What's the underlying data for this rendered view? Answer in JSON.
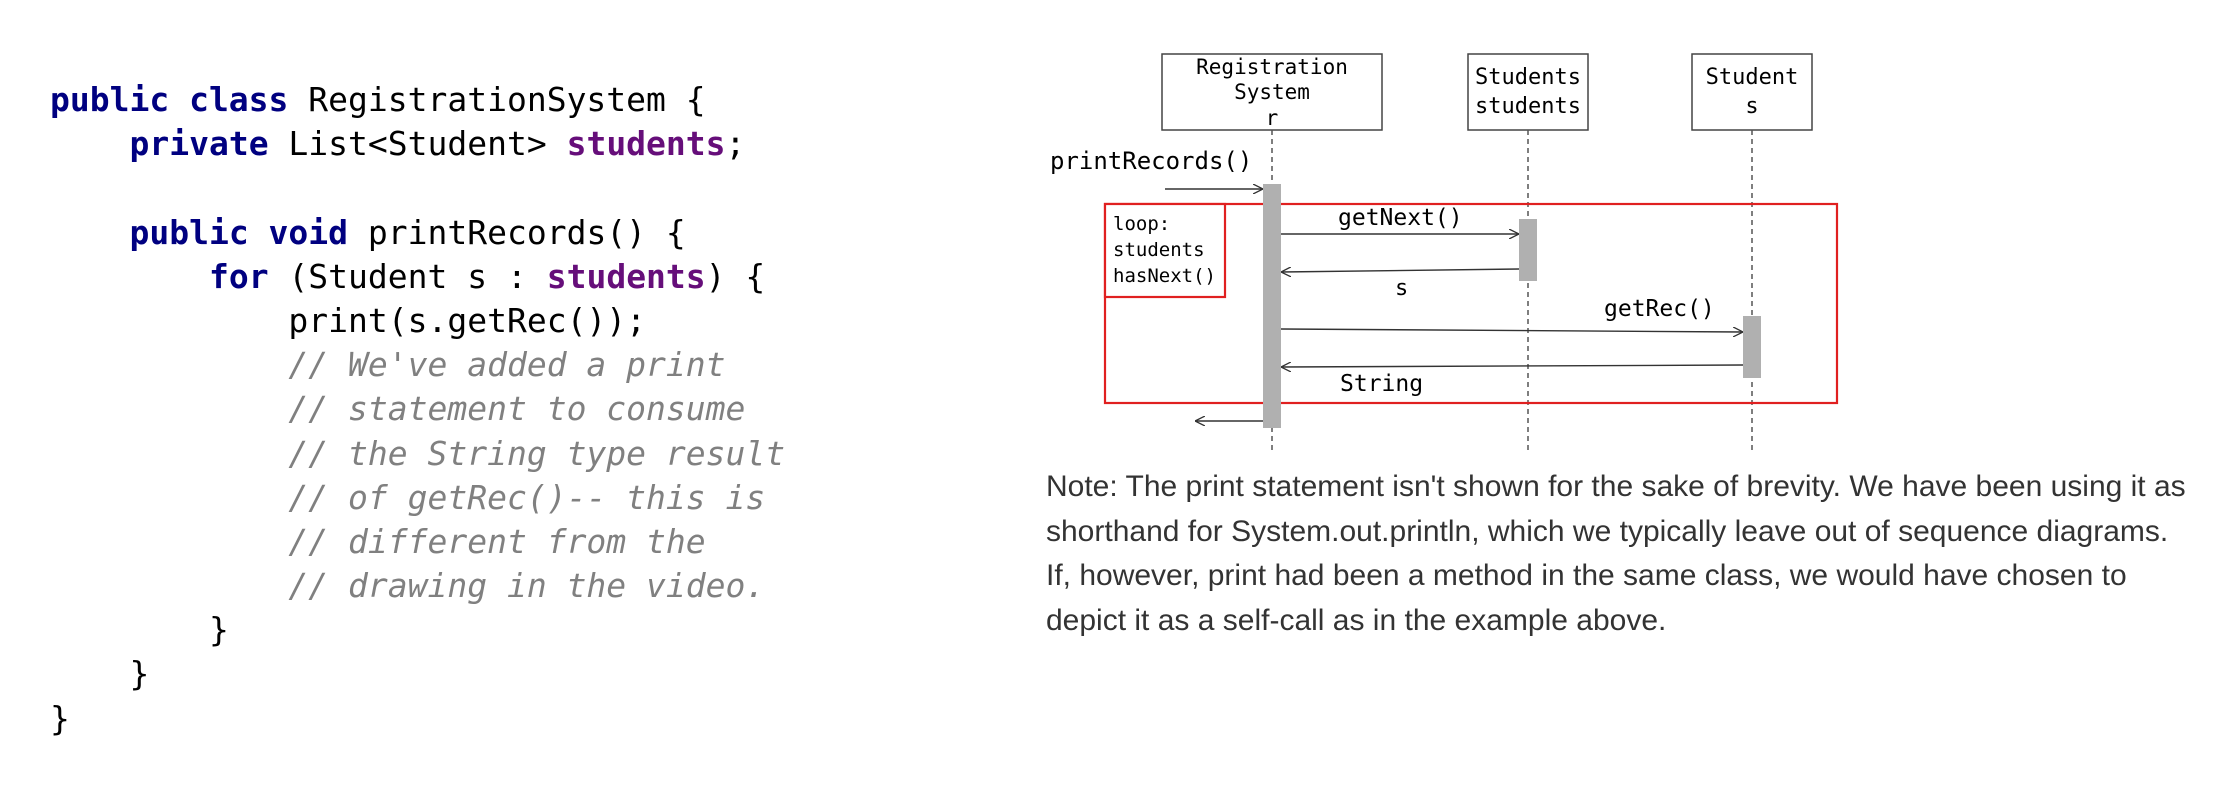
{
  "code": {
    "l1": {
      "kw": "public class",
      "rest": " RegistrationSystem {"
    },
    "l2": {
      "kw": "private",
      "mid": " List<Student> ",
      "fld": "students",
      "end": ";"
    },
    "l4": {
      "kw": "public void",
      "rest": " printRecords() {"
    },
    "l5": {
      "kw": "for",
      "mid": " (Student s : ",
      "fld": "students",
      "end": ") {"
    },
    "l6": "print(s.getRec());",
    "comments": [
      "// We've added a print",
      "// statement to consume",
      "// the String type result",
      "// of getRec()-- this is",
      "// different from the",
      "// drawing in the video."
    ],
    "brace": "}"
  },
  "diagram": {
    "lifelines": [
      {
        "line1": "Registration",
        "line2": "System",
        "line3": "r"
      },
      {
        "line1": "Students",
        "line2": "students"
      },
      {
        "line1": "Student",
        "line2": "s"
      }
    ],
    "entry_message": "printRecords()",
    "loop_label": [
      "loop:",
      "students",
      "hasNext()"
    ],
    "messages": {
      "get_next": "getNext()",
      "return_s": "s",
      "get_rec": "getRec()",
      "return_string": "String"
    },
    "colors": {
      "frame": "#e02020",
      "activation": "#b0b0b0"
    }
  },
  "note": {
    "lines": [
      "Note: The print statement isn't shown for the sake of brevity.  We have been using it as",
      "shorthand for System.out.println, which we typically leave out of sequence diagrams.",
      "If, however, print had been a method in the same class, we would have chosen to",
      "depict it as a self-call as in the example above."
    ]
  }
}
